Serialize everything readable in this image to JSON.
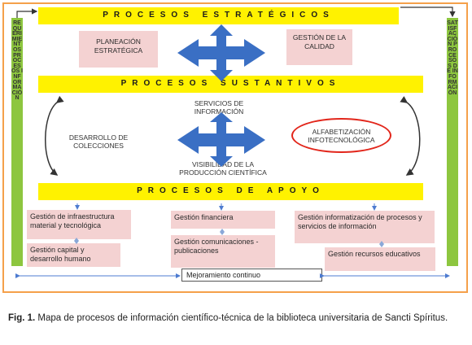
{
  "bands": {
    "estrategicos": "PROCESOS ESTRATÉGICOS",
    "sustantivos": "PROCESOS SUSTANTIVOS",
    "apoyo": "PROCESOS DE APOYO"
  },
  "sides": {
    "left": "REQUERIMIENTOS PROCESOS INFORMACIÓN",
    "right": "SATISFACCIÓN PROCESOS DE INFORMACIÓN"
  },
  "estrategicos": {
    "planeacion": "PLANEACIÓN ESTRATÉGICA",
    "calidad": "GESTIÓN DE LA CALIDAD"
  },
  "sustantivos": {
    "servicios": "SERVICIOS DE INFORMACIÓN",
    "desarrollo": "DESARROLLO DE COLECCIONES",
    "visibilidad": "VISIBILIDAD DE LA PRODUCCIÓN CIENTÍFICA",
    "alfabetizacion": "ALFABETIZACIÓN INFOTECNOLÓGICA"
  },
  "apoyo": {
    "infraestructura": "Gestión de infraestructura material y tecnológica",
    "capital": "Gestión capital y desarrollo humano",
    "financiera": "Gestión financiera",
    "comunicaciones": "Gestión comunicaciones - publicaciones",
    "informatizacion": "Gestión informatización de procesos y servicios de información",
    "recursos": "Gestión recursos educativos"
  },
  "mejoramiento": "Mejoramiento continuo",
  "caption": {
    "label": "Fig. 1.",
    "text": " Mapa de procesos de información científico-técnica de la biblioteca universitaria de Sancti Spíritus."
  },
  "colors": {
    "band": "#fff200",
    "side": "#8dc63f",
    "box": "#f4d2d2",
    "arrow": "#3a6fc4",
    "frame": "#f5a04a",
    "ellipse": "#e2261b"
  }
}
